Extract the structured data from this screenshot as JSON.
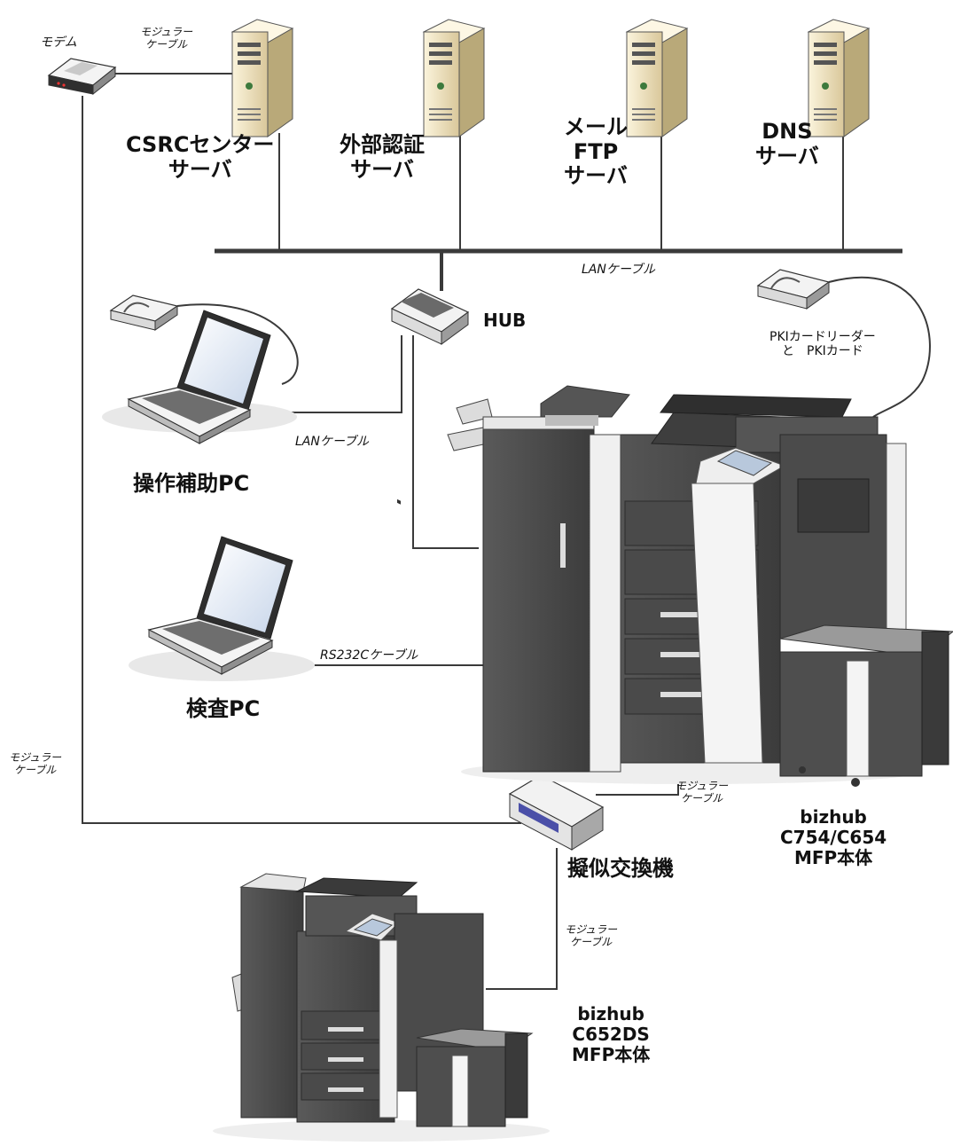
{
  "servers": [
    {
      "id": "csrc",
      "label_lines": [
        "CSRCセンター",
        "サーバ"
      ]
    },
    {
      "id": "auth",
      "label_lines": [
        "外部認証",
        "サーバ"
      ]
    },
    {
      "id": "mail",
      "label_lines": [
        "メール",
        "FTP",
        "サーバ"
      ]
    },
    {
      "id": "dns",
      "label_lines": [
        "DNS",
        "サーバ"
      ]
    }
  ],
  "modem": {
    "label": "モデム",
    "cable_lines": [
      "モジュラー",
      "ケーブル"
    ]
  },
  "lan_cable_label": "LANケーブル",
  "hub_label": "HUB",
  "card_reader_label_lines": [
    "PKIカードリーダー",
    "と　PKIカード"
  ],
  "operation_pc": {
    "label": "操作補助PC",
    "cable_label": "LANケーブル"
  },
  "inspection_pc": {
    "label": "検査PC",
    "cable_label": "RS232Cケーブル"
  },
  "left_modular_cable_lines": [
    "モジュラー",
    "ケーブル"
  ],
  "switch": {
    "label": "擬似交換機",
    "cable_lines": [
      "モジュラー",
      "ケーブル"
    ]
  },
  "mfp_main": {
    "label_lines": [
      "bizhub",
      "C754/C654",
      "MFP本体"
    ]
  },
  "mfp_second": {
    "label_lines": [
      "bizhub",
      "C652DS",
      "MFP本体"
    ],
    "cable_lines": [
      "モジュラー",
      "ケーブル"
    ]
  },
  "colors": {
    "line": "#3a3a3a",
    "server_body": "#f2e6c4",
    "device_dark": "#4a4a4a",
    "screen": "#dfe8f5"
  }
}
